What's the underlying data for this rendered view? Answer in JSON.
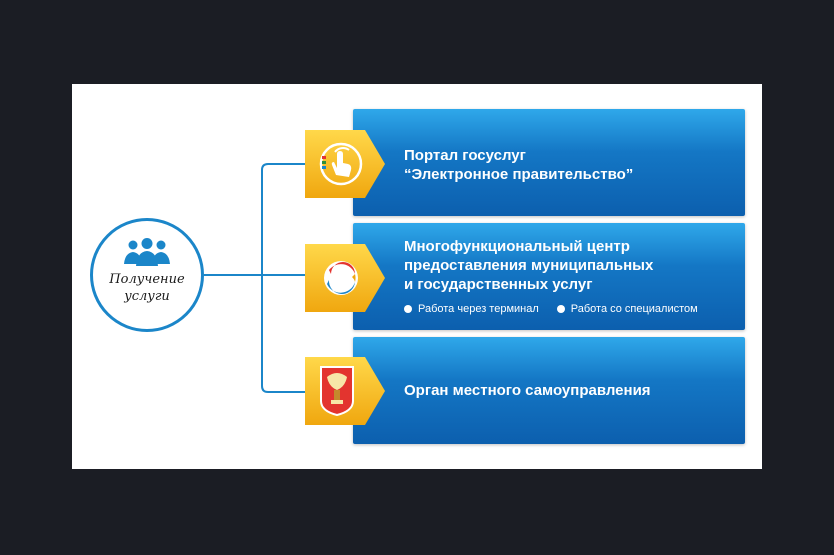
{
  "hub": {
    "label": "Получение услуги",
    "icon": "people-group-icon"
  },
  "colors": {
    "accent_blue": "#1b86c9",
    "card_top": "#2fa8ea",
    "card_bottom": "#0c5fae",
    "badge_yellow_light": "#ffd84a",
    "badge_yellow_dark": "#f0a70f"
  },
  "services": [
    {
      "title": "Портал госуслуг\n“Электронное правительство”",
      "icon": "touch-hand-icon"
    },
    {
      "title": "Многофункциональный центр\nпредоставления муниципальных\nи государственных услуг",
      "icon": "mfc-logo-icon",
      "options": [
        "Работа через терминал",
        "Работа со специалистом"
      ]
    },
    {
      "title": "Орган местного самоуправления",
      "icon": "coat-of-arms-icon"
    }
  ]
}
